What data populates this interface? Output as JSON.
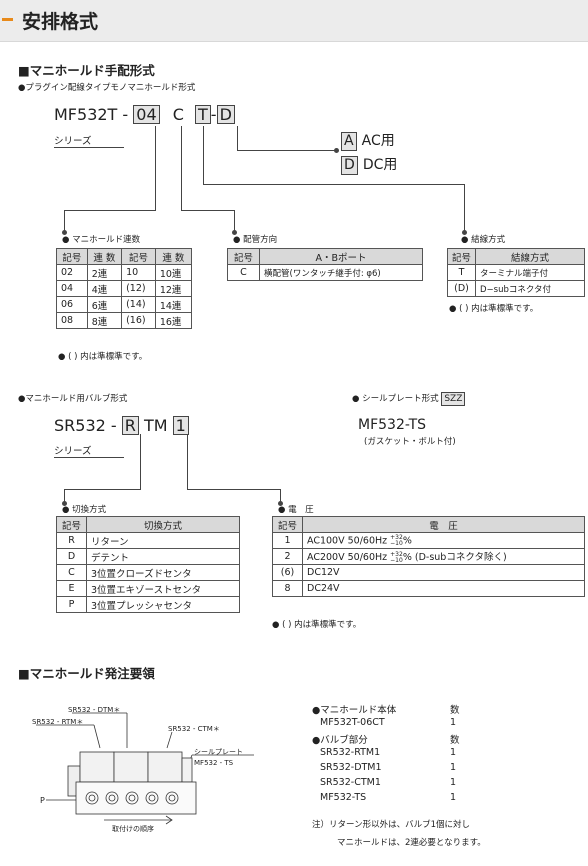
{
  "header": {
    "title": "安排格式"
  },
  "manifold": {
    "heading": "■マニホールド手配形式",
    "subheading": "●プラグイン配線タイプモノマニホールド形式",
    "code": {
      "base": "MF532T -",
      "stations": "04",
      "c": "C",
      "t": "T",
      "dash": "-",
      "d": "D"
    },
    "series_label": "シリーズ",
    "voltage_options": [
      {
        "code": "A",
        "label": "AC用"
      },
      {
        "code": "D",
        "label": "DC用"
      }
    ],
    "stations_table": {
      "title": "● マニホールド連数",
      "headers": [
        "記号",
        "連 数",
        "記号",
        "連 数"
      ],
      "rows": [
        [
          "02",
          "2連",
          "10",
          "10連"
        ],
        [
          "04",
          "4連",
          "(12)",
          "12連"
        ],
        [
          "06",
          "6連",
          "(14)",
          "14連"
        ],
        [
          "08",
          "8連",
          "(16)",
          "16連"
        ]
      ],
      "note": "● ( ) 内は準標準です。"
    },
    "piping_table": {
      "title": "● 配管方向",
      "headers": [
        "記号",
        "A・Bポート"
      ],
      "rows": [
        [
          "C",
          "横配管(ワンタッチ継手付: φ6)"
        ]
      ]
    },
    "wiring_table": {
      "title": "● 結線方式",
      "headers": [
        "記号",
        "結線方式"
      ],
      "rows": [
        [
          "T",
          "ターミナル端子付"
        ],
        [
          "(D)",
          "D−subコネクタ付"
        ]
      ],
      "note": "● ( ) 内は準標準です。"
    }
  },
  "valve": {
    "subheading": "●マニホールド用バルブ形式",
    "code": {
      "base": "SR532 -",
      "r": "R",
      "tm": "TM",
      "one": "1"
    },
    "series_label": "シリーズ",
    "seal_label": "● シールプレート形式",
    "seal_code": "SZZ",
    "seal_model": "MF532-TS",
    "seal_desc": "(ガスケット・ボルト付)",
    "switching_table": {
      "title": "● 切換方式",
      "headers": [
        "記号",
        "切換方式"
      ],
      "rows": [
        [
          "R",
          "リターン"
        ],
        [
          "D",
          "デテント"
        ],
        [
          "C",
          "3位置クローズドセンタ"
        ],
        [
          "E",
          "3位置エキゾーストセンタ"
        ],
        [
          "P",
          "3位置プレッシャセンタ"
        ]
      ]
    },
    "voltage_table": {
      "title": "● 電　圧",
      "headers": [
        "記号",
        "電　圧"
      ],
      "rows": [
        [
          "1",
          "AC100V 50/60Hz",
          "+32",
          "−10",
          "%",
          ""
        ],
        [
          "2",
          "AC200V 50/60Hz",
          "+32",
          "−10",
          "%",
          " (D-subコネクタ除く)"
        ],
        [
          "(6)",
          "DC12V",
          "",
          "",
          "",
          ""
        ],
        [
          "8",
          "DC24V",
          "",
          "",
          "",
          ""
        ]
      ],
      "note": "● ( ) 内は準標準です。"
    }
  },
  "order": {
    "heading": "■マニホールド発注要領",
    "diagram": {
      "label_dtm": "SR532 - DTM＊",
      "label_rtm": "SR532 - RTM＊",
      "label_ctm": "SR532 - CTM＊",
      "label_seal": "シールプレート",
      "label_ts": "MF532 - TS",
      "label_p": "P",
      "label_order": "取付けの順序"
    },
    "list": [
      {
        "name": "●マニホールド本体",
        "qty": "数"
      },
      {
        "name": "MF532T-06CT",
        "qty": "1"
      },
      {
        "name": "●バルブ部分",
        "qty": "数"
      },
      {
        "name": "SR532-RTM1",
        "qty": "1"
      },
      {
        "name": "SR532-DTM1",
        "qty": "1"
      },
      {
        "name": "SR532-CTM1",
        "qty": "1"
      },
      {
        "name": "MF532-TS",
        "qty": "1"
      }
    ],
    "note_1": "注）リターン形以外は、バルブ1個に対し",
    "note_2": "マニホールドは、2連必要となります。"
  },
  "colors": {
    "accent": "#e88a1a",
    "header_bg": "#ececec",
    "table_header_bg": "#d9d9d9",
    "box_bg": "#e4e4e4"
  }
}
